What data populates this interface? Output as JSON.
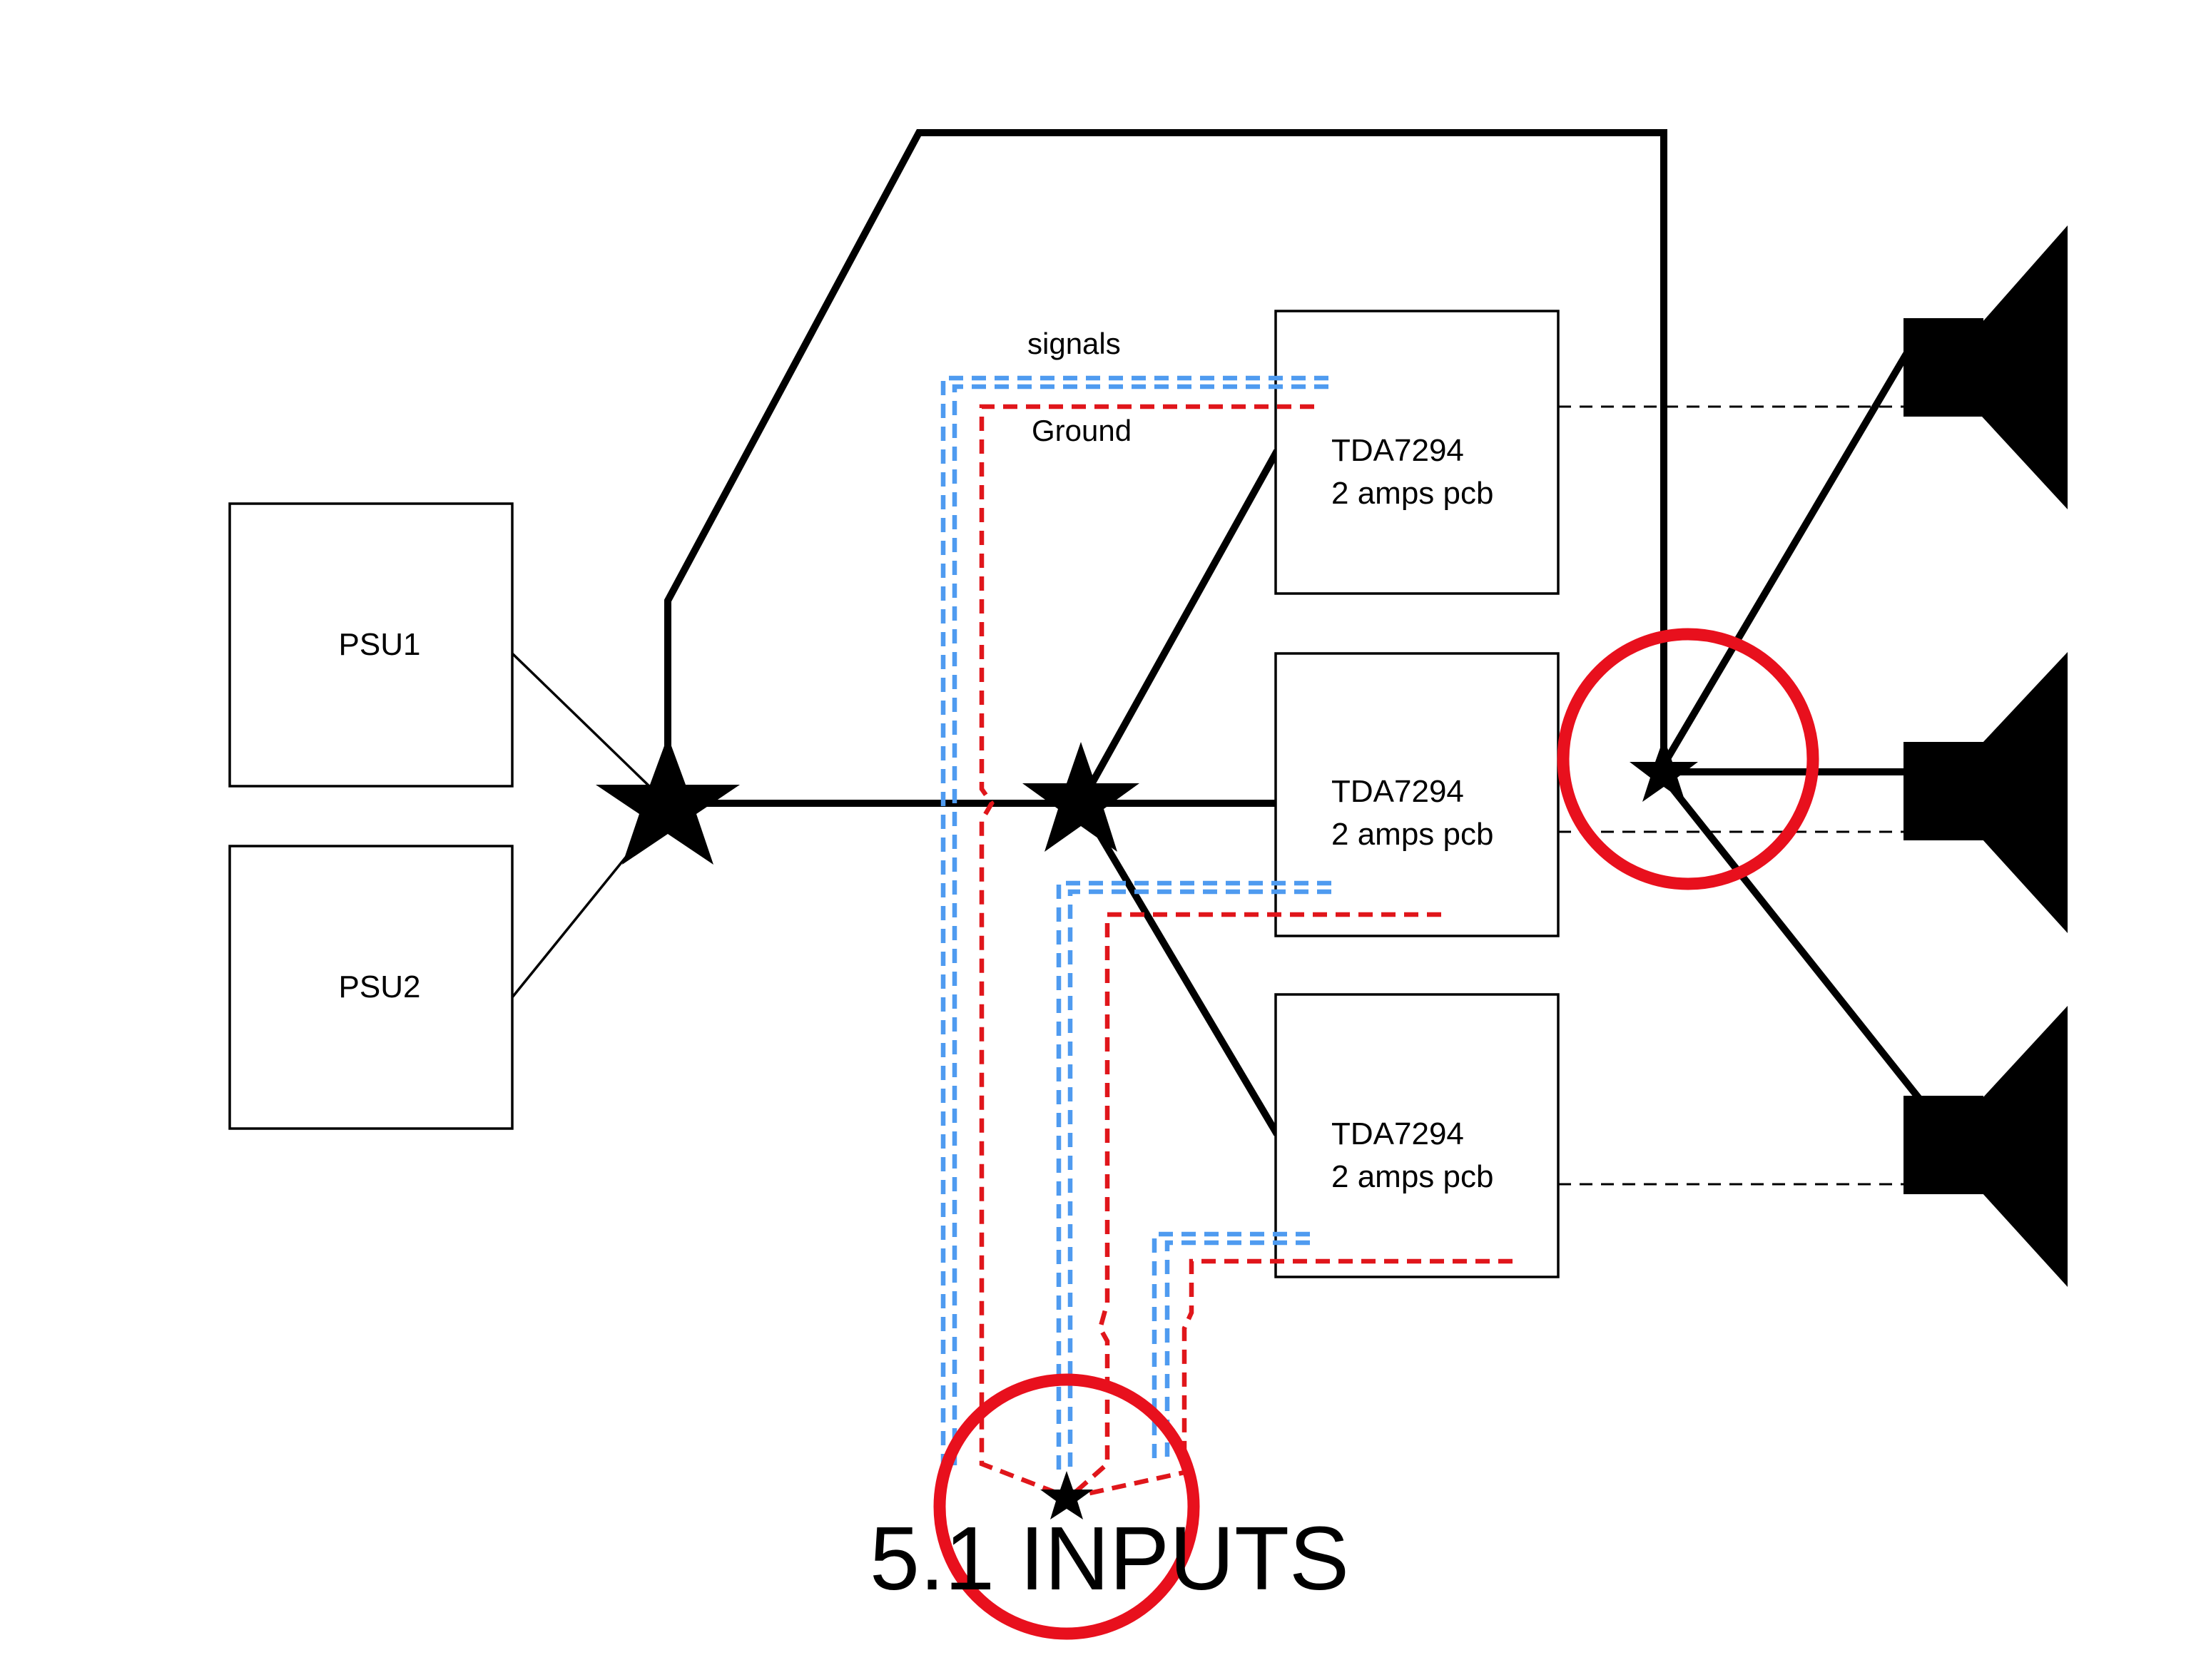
{
  "boxes": {
    "psu1": "PSU1",
    "psu2": "PSU2",
    "amp_line1": "TDA7294",
    "amp_line2": "2 amps pcb"
  },
  "labels": {
    "signals": "signals",
    "ground": "Ground",
    "title": "5.1 INPUTS"
  },
  "colors": {
    "signal": "#4f9bf0",
    "ground": "#e0161b",
    "highlight_ring": "#e8101d",
    "wire": "#000000"
  },
  "icons": [
    "star-ground-icon",
    "speaker-icon"
  ]
}
